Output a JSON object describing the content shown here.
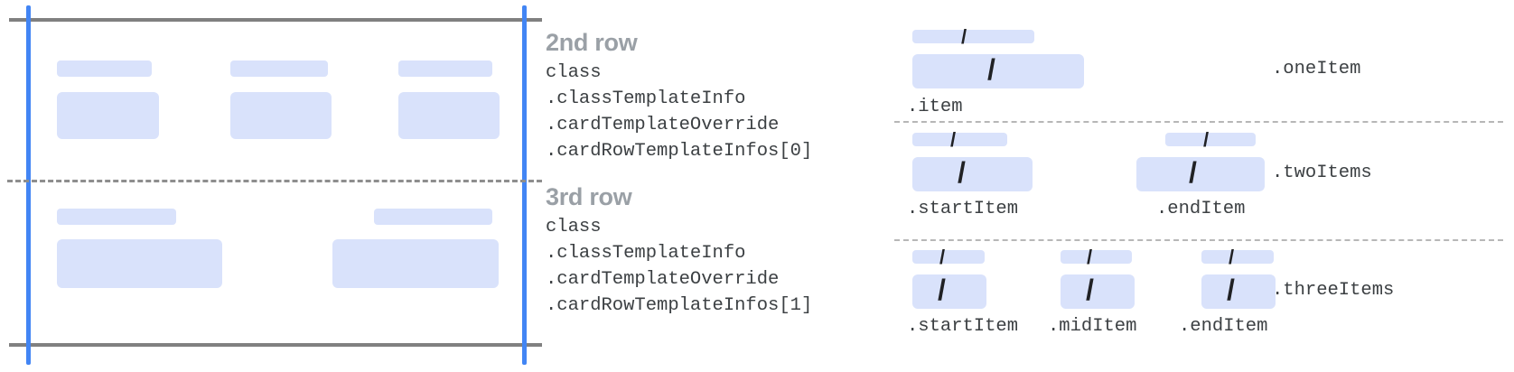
{
  "colors": {
    "placeholder": "#d9e2fb",
    "guide_blue": "#4285f4",
    "guide_gray": "#808080",
    "heading_gray": "#9aa0a6",
    "mono_text": "#3c4043",
    "separator_gray": "#8e8e8e",
    "background": "#ffffff"
  },
  "left_diagram": {
    "name": "card-row-template-preview",
    "rows": [
      {
        "name": "second-row-preview",
        "cells": [
          {
            "label_bar": "placeholder-label",
            "body_bar": "placeholder-body"
          },
          {
            "label_bar": "placeholder-label",
            "body_bar": "placeholder-body"
          },
          {
            "label_bar": "placeholder-label",
            "body_bar": "placeholder-body"
          }
        ]
      },
      {
        "name": "third-row-preview",
        "cells": [
          {
            "label_bar": "placeholder-label",
            "body_bar": "placeholder-body"
          },
          {
            "label_bar": "placeholder-label",
            "body_bar": "placeholder-body"
          }
        ]
      }
    ]
  },
  "annotations": [
    {
      "title": "2nd row",
      "lines": [
        "class",
        ".classTemplateInfo",
        ".cardTemplateOverride",
        ".cardRowTemplateInfos[0]"
      ]
    },
    {
      "title": "3rd row",
      "lines": [
        "class",
        ".classTemplateInfo",
        ".cardTemplateOverride",
        ".cardRowTemplateInfos[1]"
      ]
    }
  ],
  "legend": {
    "rows": [
      {
        "name": ".oneItem",
        "items": [
          {
            "caption": ".item",
            "slash_glyph": "/"
          }
        ]
      },
      {
        "name": ".twoItems",
        "items": [
          {
            "caption": ".startItem",
            "slash_glyph": "/"
          },
          {
            "caption": ".endItem",
            "slash_glyph": "/"
          }
        ]
      },
      {
        "name": ".threeItems",
        "items": [
          {
            "caption": ".startItem",
            "slash_glyph": "/"
          },
          {
            "caption": ".midItem",
            "slash_glyph": "/"
          },
          {
            "caption": ".endItem",
            "slash_glyph": "/"
          }
        ]
      }
    ]
  }
}
